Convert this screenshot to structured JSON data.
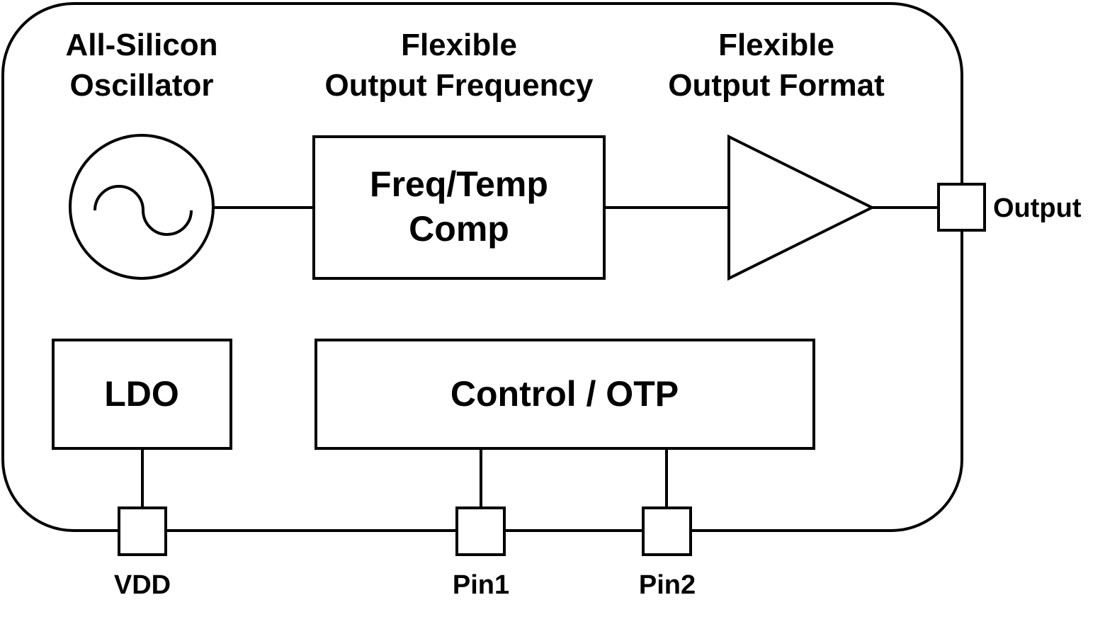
{
  "headers": {
    "oscillator": [
      "All-Silicon",
      "Oscillator"
    ],
    "frequency": [
      "Flexible",
      "Output Frequency"
    ],
    "format": [
      "Flexible",
      "Output Format"
    ]
  },
  "blocks": {
    "freq_temp": [
      "Freq/Temp",
      "Comp"
    ],
    "ldo": "LDO",
    "control": "Control / OTP"
  },
  "pins": {
    "output": "Output",
    "vdd": "VDD",
    "pin1": "Pin1",
    "pin2": "Pin2"
  },
  "colors": {
    "line": "#000000",
    "background": "#ffffff"
  },
  "icons": {
    "oscillator": "sine-wave-source-icon",
    "buffer": "triangle-amplifier-icon"
  }
}
